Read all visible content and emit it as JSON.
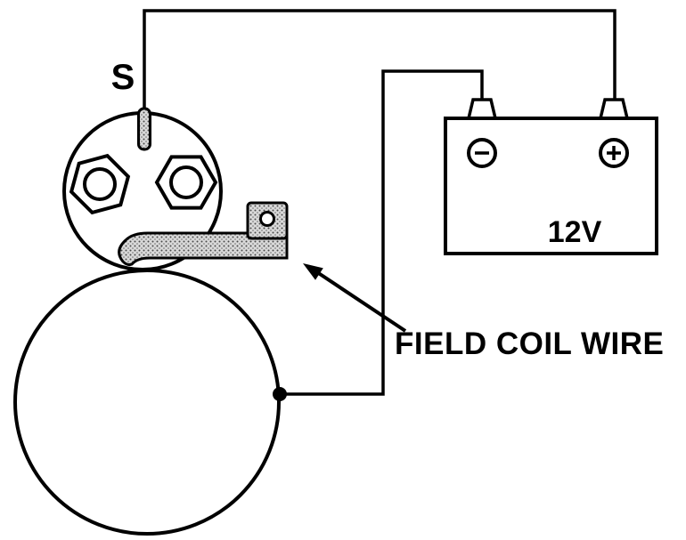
{
  "page": {
    "background": "#ffffff",
    "line_color": "#000000",
    "stipple_fill": "#d9d9d9"
  },
  "labels": {
    "s_terminal": "S",
    "battery_voltage": "12V",
    "field_coil": "FIELD COIL WIRE"
  },
  "icons": {
    "battery_negative": "minus-in-circle",
    "battery_positive": "plus-in-circle"
  }
}
